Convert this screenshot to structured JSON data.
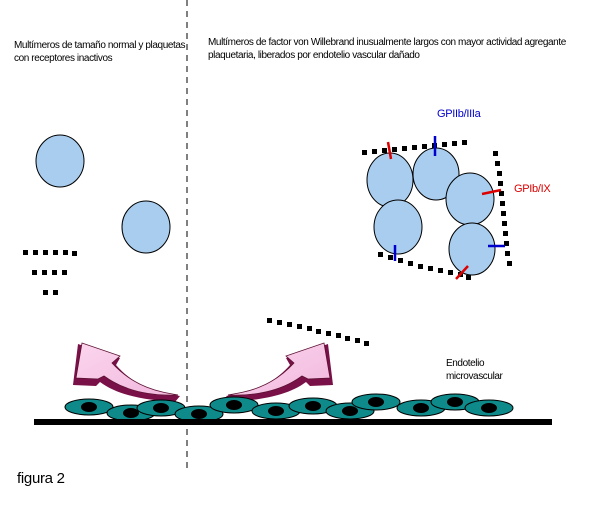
{
  "left_panel": {
    "caption": "Multímeros de tamaño normal y plaquetas con receptores inactivos"
  },
  "right_panel": {
    "caption": "Multímeros de factor von Willebrand inusualmente largos con mayor actividad agregante plaquetaria, liberados por endotelio vascular dañado",
    "receptor_labels": {
      "gpiib_iiia": "GPIIb/IIIa",
      "gpib_ix": "GPIb/IX"
    }
  },
  "endothelium_label": {
    "line1": "Endotelio",
    "line2": "microvascular"
  },
  "figure_label": "figura 2",
  "colors": {
    "platelet_fill": "#a9cdee",
    "endothelial_cell": "#0f8a8a",
    "arrow_pink": "#f4c4e4",
    "arrow_shadow": "#7a1048",
    "gpiib_iiia": "#0000cc",
    "gpib_ix": "#dd0000"
  }
}
